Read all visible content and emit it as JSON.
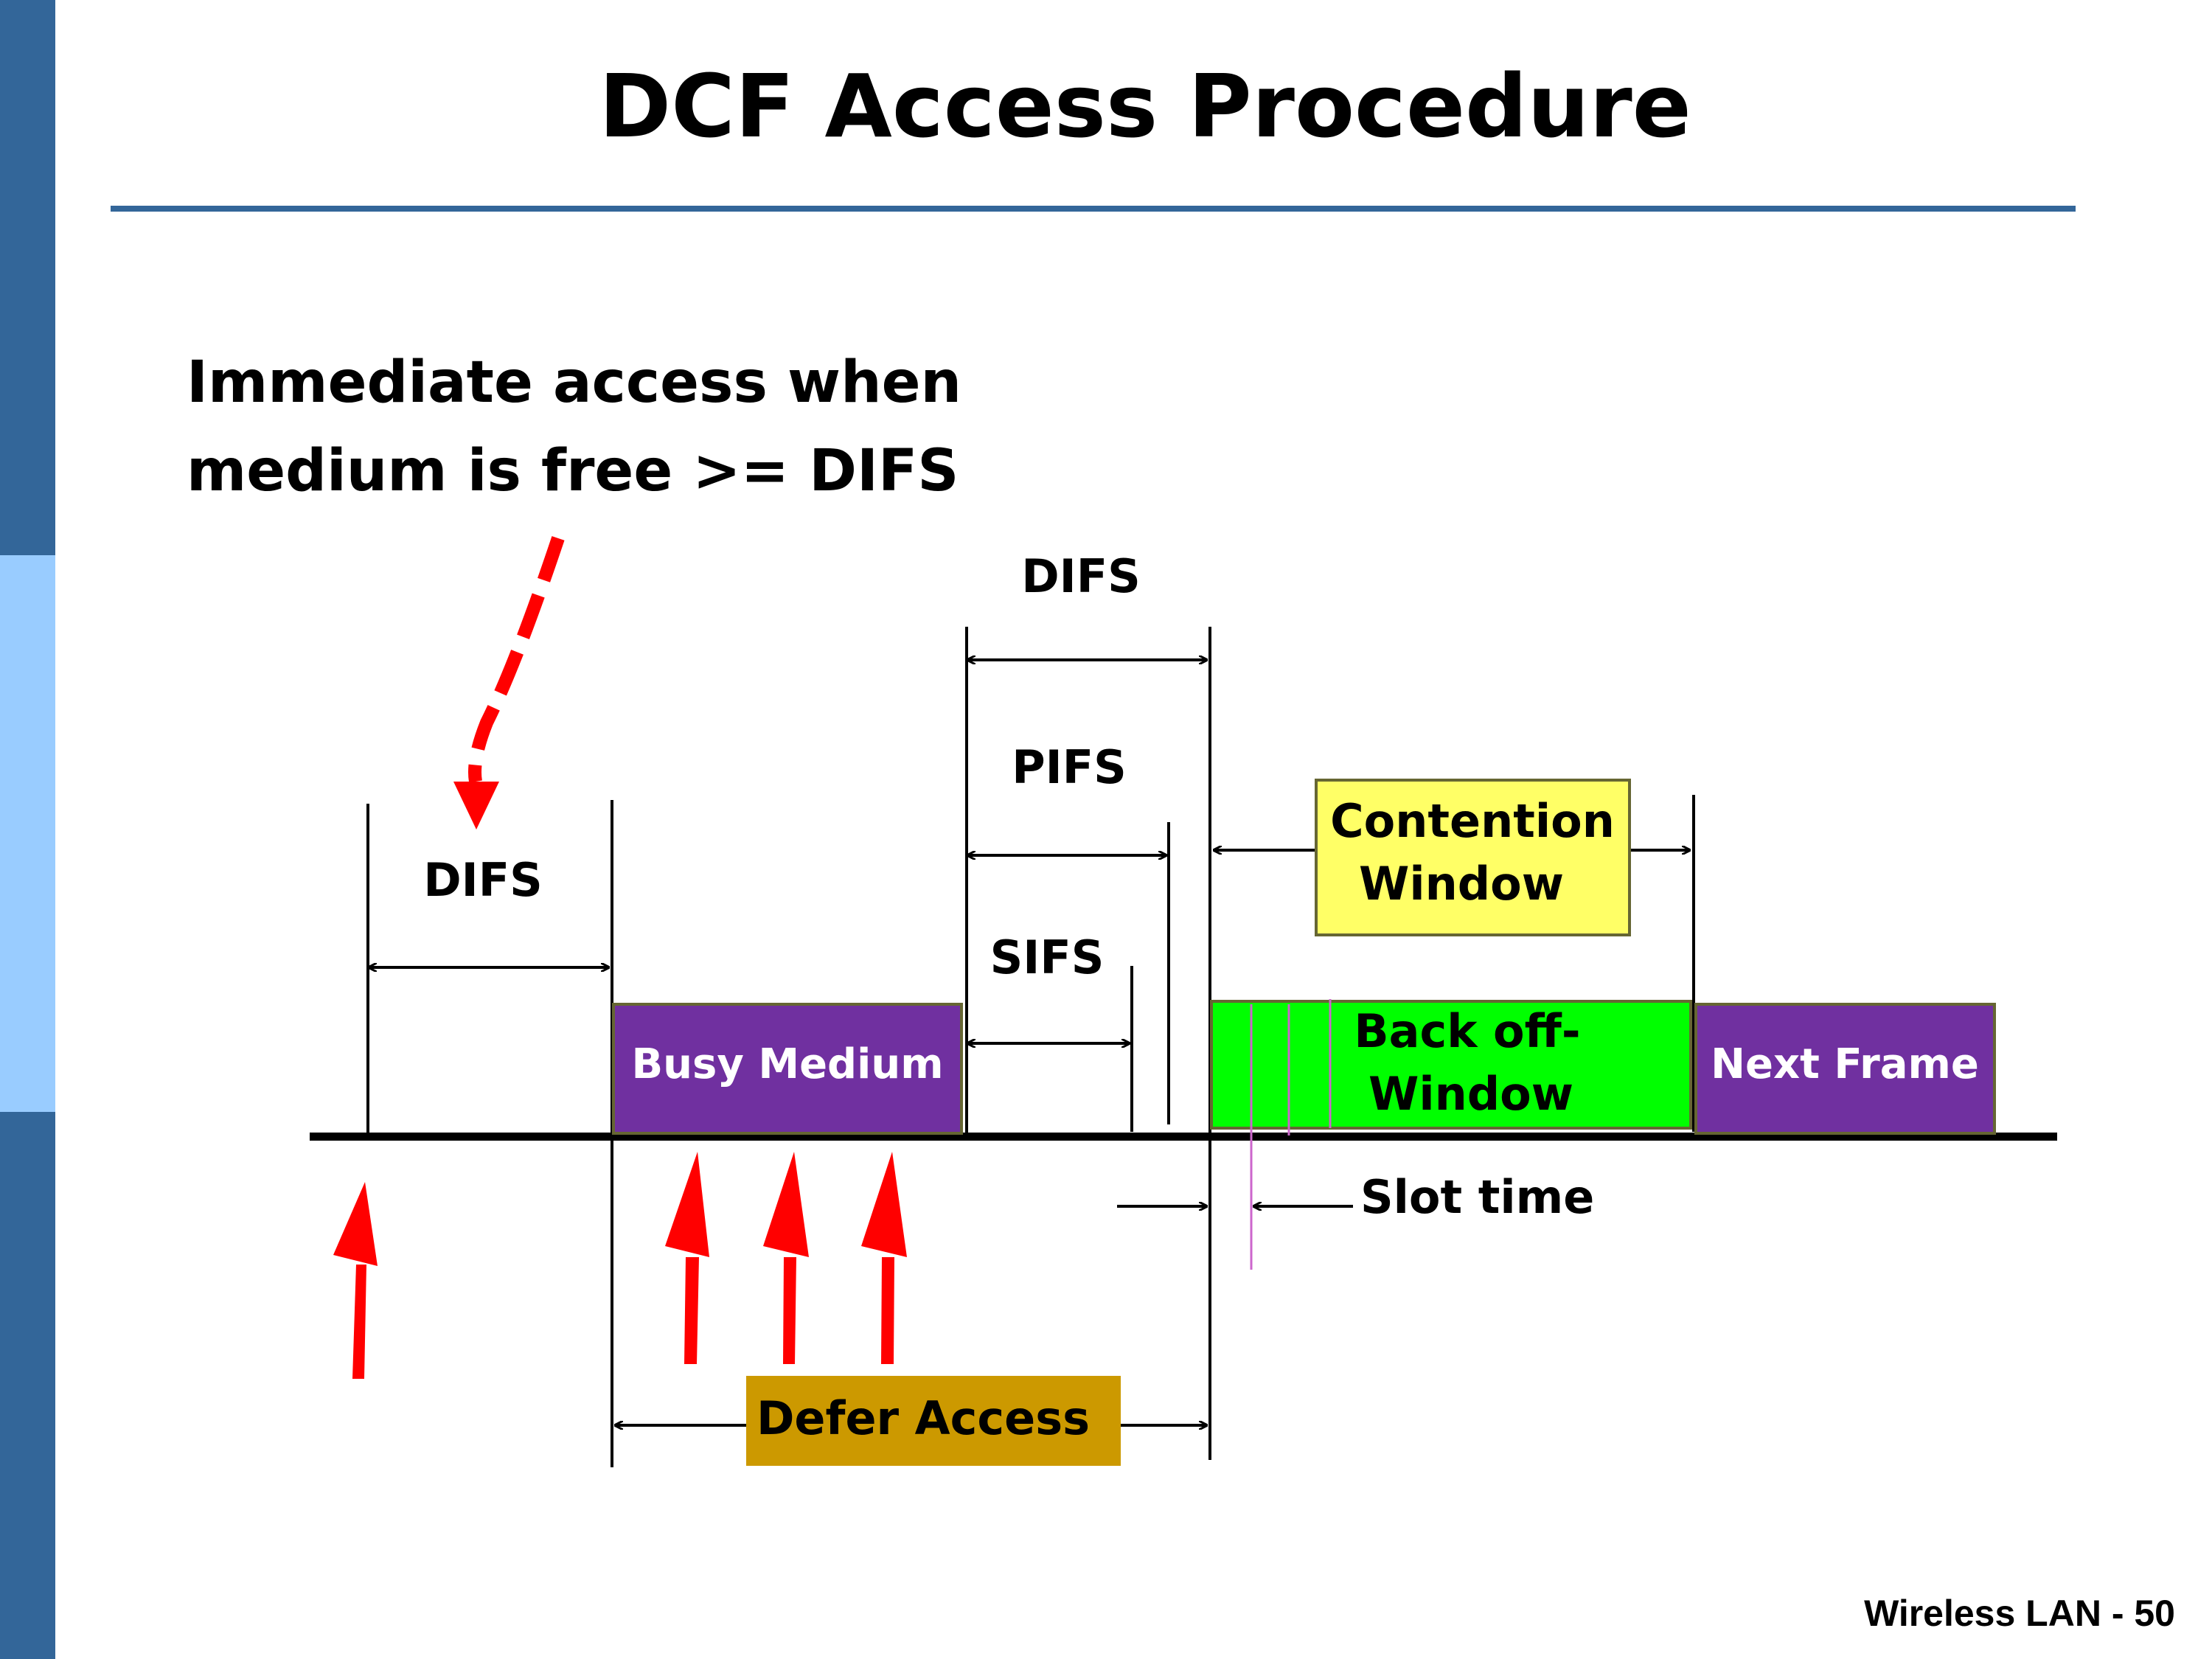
{
  "slide": {
    "title": "DCF Access Procedure",
    "footer": "Wireless LAN - 50",
    "colors": {
      "sidebar_dark": "#336699",
      "sidebar_light": "#99CCFF",
      "rule": "#336699"
    }
  },
  "annotation": {
    "line1": "Immediate access when",
    "line2": "medium is free >= DIFS"
  },
  "diagram": {
    "labels": {
      "difs_left": "DIFS",
      "difs_top": "DIFS",
      "pifs": "PIFS",
      "sifs": "SIFS",
      "slot_time": "Slot time"
    },
    "boxes": {
      "busy_medium": "Busy Medium",
      "contention_line1": "Contention",
      "contention_line2": "Window",
      "backoff_line1": "Back off-",
      "backoff_line2": "Window",
      "next_frame": "Next Frame",
      "defer_access": "Defer Access"
    },
    "colors": {
      "busy": "#7030A0",
      "contention": "#FFFF66",
      "backoff": "#00FF00",
      "next": "#7030A0",
      "defer": "#CC9900",
      "arrow_red": "#FF0000",
      "slot_marker": "#CC66CC"
    }
  }
}
